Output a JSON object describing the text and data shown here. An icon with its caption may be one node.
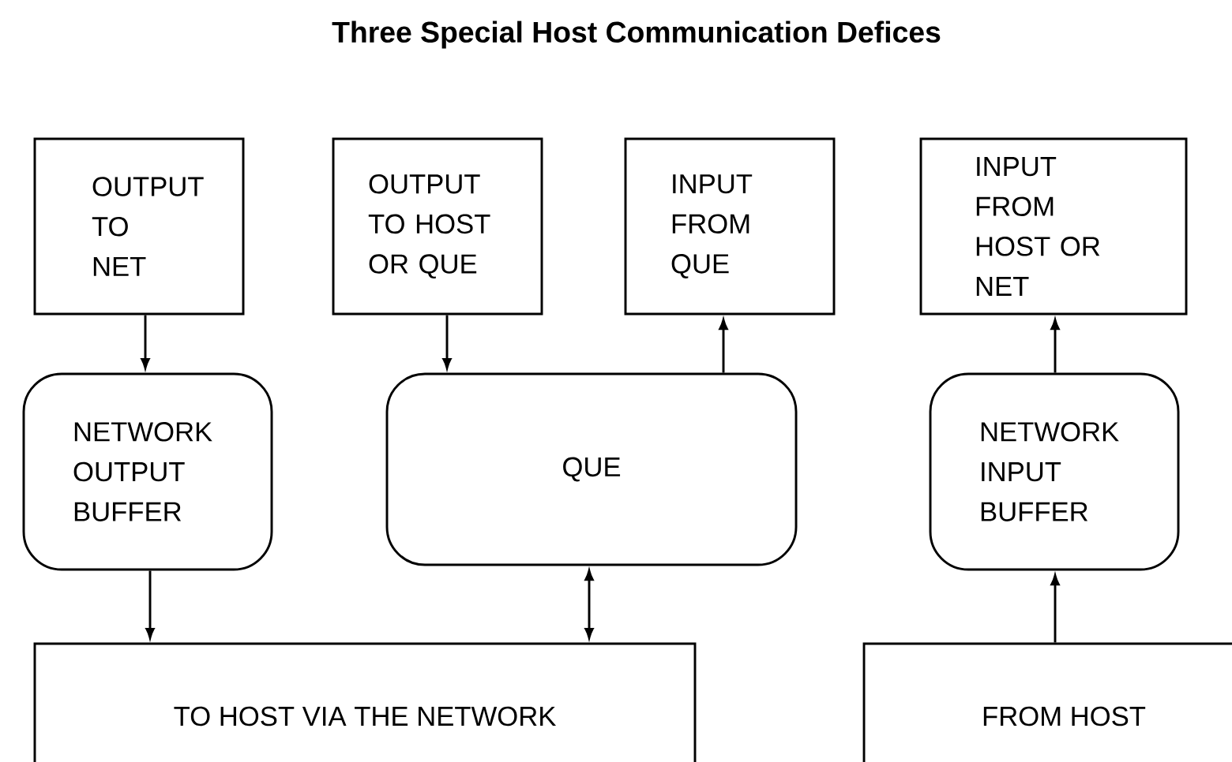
{
  "diagram": {
    "title": "Three Special Host Communication Defices",
    "nodes": [
      {
        "text": [
          "OUTPUT TO NET"
        ]
      },
      {
        "text": [
          "OUTPUT TO HOST OR QUE"
        ]
      },
      {
        "text": [
          "INPUT FROM QUE"
        ]
      },
      {
        "text": [
          "INPUT FROM HOST OR NET"
        ]
      },
      {
        "text": [
          "NETWORK OUTPUT BUFFER"
        ]
      },
      {
        "text": [
          "QUE"
        ]
      },
      {
        "text": [
          "NETWORK INPUT BUFFER"
        ]
      },
      {
        "text": [
          "TO HOST VIA THE NETWORK"
        ]
      },
      {
        "text": [
          "FROM HOST"
        ]
      }
    ],
    "edges": [
      {
        "from": 0,
        "to": 4,
        "arrow": "to"
      },
      {
        "from": 1,
        "to": 5,
        "arrow": "to"
      },
      {
        "from": 5,
        "to": 2,
        "arrow": "to"
      },
      {
        "from": 6,
        "to": 3,
        "arrow": "to"
      },
      {
        "from": 4,
        "to": 7,
        "arrow": "to"
      },
      {
        "from": 5,
        "to": 7,
        "arrow": "both"
      },
      {
        "from": 8,
        "to": 6,
        "arrow": "to"
      }
    ]
  }
}
